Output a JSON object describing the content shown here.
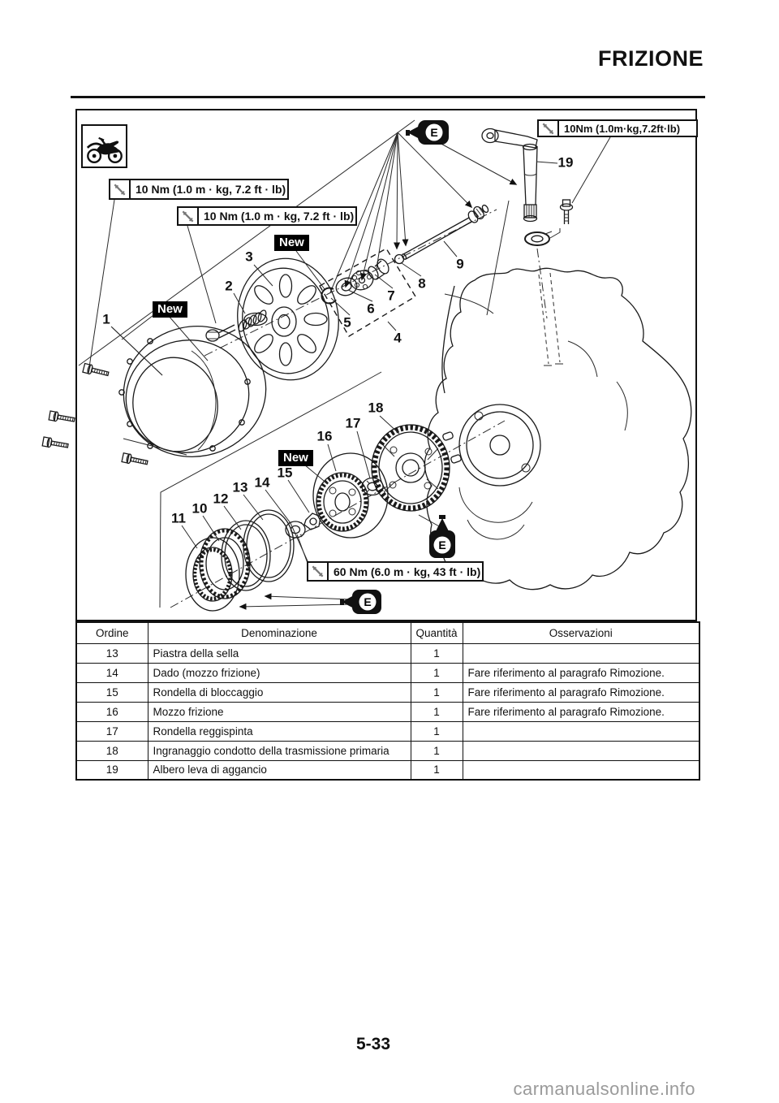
{
  "page": {
    "header_title": "FRIZIONE",
    "page_number": "5-33",
    "watermark": "carmanualsonline.info"
  },
  "diagram": {
    "torque_callouts": [
      {
        "id": "tq1",
        "label": "10 Nm (1.0 m · kg, 7.2 ft · lb)"
      },
      {
        "id": "tq2",
        "label": "10 Nm (1.0 m · kg, 7.2 ft · lb)"
      },
      {
        "id": "tq3",
        "label": "10Nm (1.0m·kg,7.2ft·lb)"
      },
      {
        "id": "tq4",
        "label": "60 Nm (6.0 m · kg, 43 ft · lb)"
      }
    ],
    "new_labels": [
      "New",
      "New",
      "New"
    ],
    "oil_markers": [
      {
        "label": "E"
      },
      {
        "label": "E"
      },
      {
        "label": "E"
      }
    ],
    "part_numbers": [
      "1",
      "2",
      "3",
      "4",
      "5",
      "6",
      "7",
      "8",
      "9",
      "10",
      "11",
      "12",
      "13",
      "14",
      "15",
      "16",
      "17",
      "18",
      "19"
    ]
  },
  "table": {
    "headers": [
      "Ordine",
      "Denominazione",
      "Quantità",
      "Osservazioni"
    ],
    "rows": [
      [
        "13",
        "Piastra della sella",
        "1",
        ""
      ],
      [
        "14",
        "Dado (mozzo frizione)",
        "1",
        "Fare riferimento al paragrafo Rimozione."
      ],
      [
        "15",
        "Rondella di bloccaggio",
        "1",
        "Fare riferimento al paragrafo Rimozione."
      ],
      [
        "16",
        "Mozzo frizione",
        "1",
        "Fare riferimento al paragrafo Rimozione."
      ],
      [
        "17",
        "Rondella reggispinta",
        "1",
        ""
      ],
      [
        "18",
        "Ingranaggio condotto della trasmissione primaria",
        "1",
        ""
      ],
      [
        "19",
        "Albero leva di aggancio",
        "1",
        ""
      ]
    ]
  }
}
